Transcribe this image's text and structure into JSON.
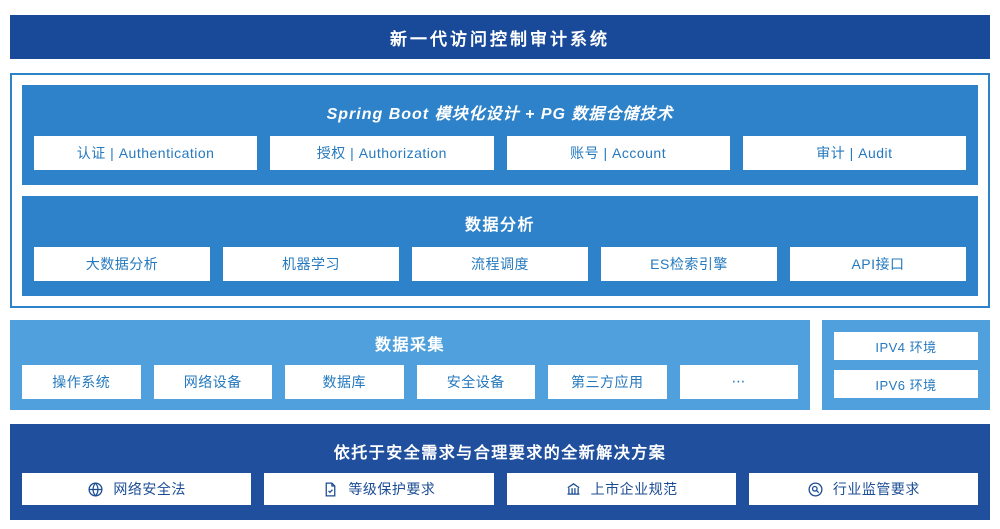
{
  "header": {
    "title": "新一代访问控制审计系统"
  },
  "platform": {
    "modules": {
      "title": "Spring Boot 模块化设计 + PG 数据仓储技术",
      "items": [
        "认证 | Authentication",
        "授权 | Authorization",
        "账号 | Account",
        "审计 | Audit"
      ]
    },
    "analysis": {
      "title": "数据分析",
      "items": [
        "大数据分析",
        "机器学习",
        "流程调度",
        "ES检索引擎",
        "API接口"
      ]
    }
  },
  "collection": {
    "title": "数据采集",
    "items": [
      "操作系统",
      "网络设备",
      "数据库",
      "安全设备",
      "第三方应用",
      "⋯"
    ],
    "env": [
      "IPV4 环境",
      "IPV6 环境"
    ]
  },
  "solution": {
    "title": "依托于安全需求与合理要求的全新解决方案",
    "items": [
      {
        "icon": "globe-icon",
        "label": "网络安全法"
      },
      {
        "icon": "document-check-icon",
        "label": "等级保护要求"
      },
      {
        "icon": "bank-building-icon",
        "label": "上市企业规范"
      },
      {
        "icon": "inspection-icon",
        "label": "行业监管要求"
      }
    ]
  },
  "colors": {
    "header_bg": "#184a99",
    "mid_blue": "#2e82c9",
    "light_blue": "#4fa0dc",
    "solution_bg": "#20509d",
    "chip_text": "#2579be",
    "solution_chip_text": "#1b4c94"
  }
}
